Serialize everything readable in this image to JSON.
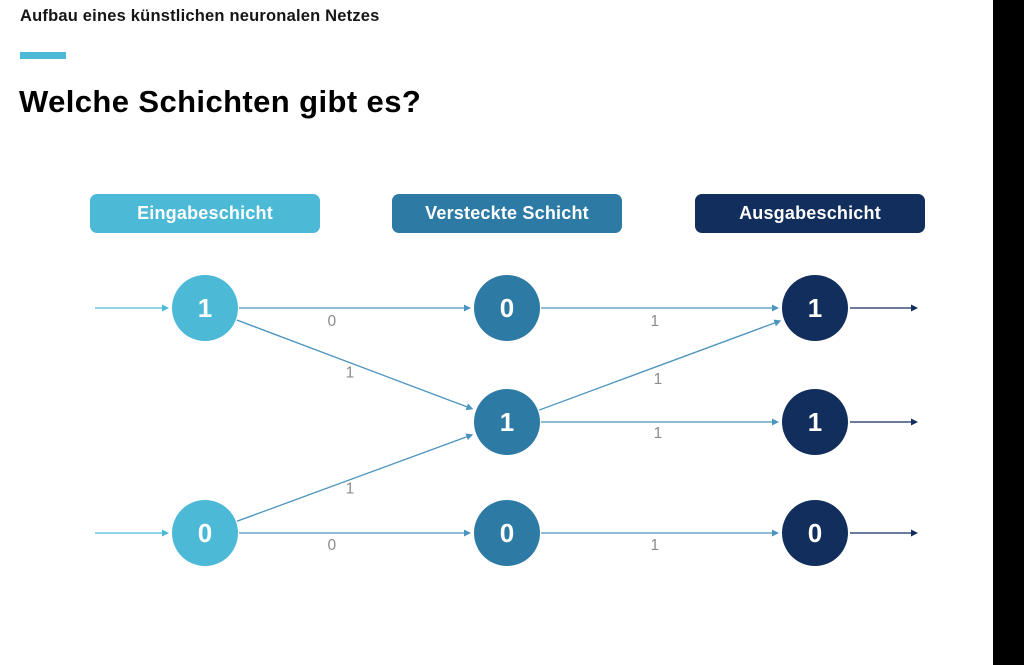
{
  "header": {
    "kicker": "Aufbau eines künstlichen neuronalen Netzes",
    "title": "Welche Schichten gibt es?"
  },
  "colors": {
    "accent": "#4cb9d6",
    "side_bar": "#000000",
    "background": "#ffffff",
    "heading_text": "#000000",
    "node_text": "#ffffff"
  },
  "network": {
    "layers": [
      {
        "id": "input",
        "label": "Eingabeschicht",
        "color": "#4cb9d6",
        "nodes": [
          "1",
          "0"
        ]
      },
      {
        "id": "hidden",
        "label": "Versteckte Schicht",
        "color": "#2d7ba4",
        "nodes": [
          "0",
          "1",
          "0"
        ]
      },
      {
        "id": "output",
        "label": "Ausgabeschicht",
        "color": "#112e5c",
        "nodes": [
          "1",
          "1",
          "0"
        ]
      }
    ],
    "edges": [
      {
        "from": [
          0,
          0
        ],
        "to": [
          1,
          0
        ],
        "label": "0"
      },
      {
        "from": [
          0,
          0
        ],
        "to": [
          1,
          1
        ],
        "label": "1"
      },
      {
        "from": [
          0,
          1
        ],
        "to": [
          1,
          1
        ],
        "label": "1"
      },
      {
        "from": [
          0,
          1
        ],
        "to": [
          1,
          2
        ],
        "label": "0"
      },
      {
        "from": [
          1,
          0
        ],
        "to": [
          2,
          0
        ],
        "label": "1"
      },
      {
        "from": [
          1,
          1
        ],
        "to": [
          2,
          0
        ],
        "label": "1"
      },
      {
        "from": [
          1,
          1
        ],
        "to": [
          2,
          1
        ],
        "label": "1"
      },
      {
        "from": [
          1,
          2
        ],
        "to": [
          2,
          2
        ],
        "label": "1"
      }
    ],
    "edge_color": "#4a94bf",
    "edge_label_color": "#8c8c8c"
  }
}
